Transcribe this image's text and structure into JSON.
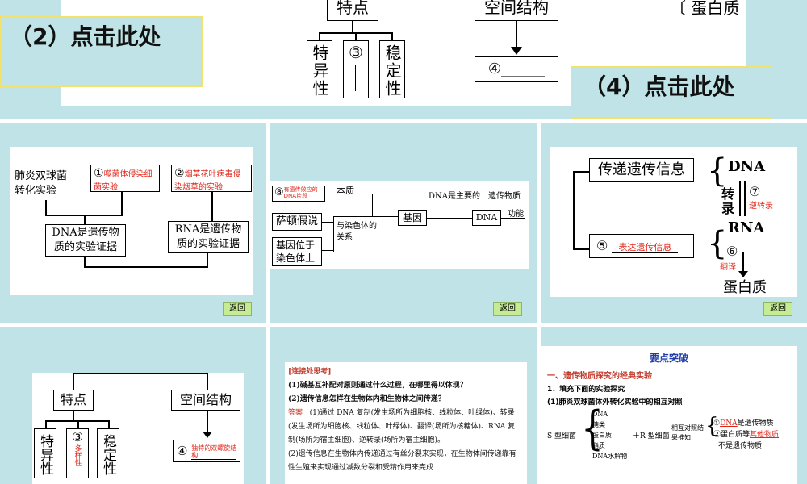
{
  "top": {
    "click2": "（2）点击此处",
    "click4": "（4）点击此处",
    "tedian": "特点",
    "kongjian": "空间结构",
    "teyixing": "特异性",
    "circle3": "③",
    "wendingxing": "稳定性",
    "circle4_blank": "④______",
    "danbaizhi": "〔 蛋白质"
  },
  "t1": {
    "feiyan": "肺炎双球菌转化实验",
    "c1": "①",
    "c1_red": "噬菌体侵染细菌实验",
    "c2": "②",
    "c2_red": "烟草花叶病毒侵染烟草的实验",
    "dna_proof": "DNA是遗传物质的实验证据",
    "rna_proof": "RNA是遗传物质的实验证据",
    "back": "返回"
  },
  "t2": {
    "c8": "⑧",
    "c8_red": "有遗传效应的DNA片段",
    "benzhi": "本质",
    "sadun": "萨顿假说",
    "yuranseti": "与染色体的关系",
    "jiyinweiyu": "基因位于染色体上",
    "jiyin": "基因",
    "dna": "DNA",
    "dna_main": "DNA是主要的",
    "yichuan": "遗传物质",
    "gongneng": "功能",
    "back": "返回"
  },
  "t3": {
    "chuandi": "传递遗传信息",
    "c5": "⑤",
    "c5_red": "表达遗传信息",
    "dna1": "DNA",
    "zhuanlu": "转录",
    "c7": "⑦",
    "c7_red": "逆转录",
    "rna": "RNA",
    "c6": "⑥",
    "c6_red": "翻译",
    "danbaizhi": "蛋白质",
    "back": "返回"
  },
  "t4": {
    "tedian": "特点",
    "kongjian": "空间结构",
    "teyixing": "特异性",
    "c3": "③",
    "c3_red": "多样性",
    "wendingxing": "稳定性",
    "c4": "④",
    "c4_red": "独特的双螺旋结构"
  },
  "t5": {
    "heading": "[连接处思考]",
    "q1": "(1)碱基互补配对原则通过什么过程，在哪里得以体现？",
    "q2": "(2)遗传信息怎样在生物体内和生物体之间传递？",
    "ans_label": "答案",
    "a1": "(1)通过 DNA 复制(发生场所为细胞核、线粒体、叶绿体)、转录(发生场所为细胞核、线粒体、叶绿体)、翻译(场所为核糖体)、RNA 复制(场所为宿主细胞)、逆转录(场所为宿主细胞)。",
    "a2": "(2)遗传信息在生物体内传递通过有丝分裂来实现，在生物体间传递靠有性生殖来实现通过减数分裂和受精作用来完成"
  },
  "t6": {
    "title": "要点突破",
    "sec1": "一、遗传物质探究的经典实验",
    "item1": "1．填充下面的实验探究",
    "item1a": "(1)肺炎双球菌体外转化实验中的相互对照",
    "s_type": "S 型细菌",
    "list": [
      "DNA",
      "糖类",
      "蛋白质",
      "脂质",
      "DNA水解物"
    ],
    "plus_r": "＋R 型细菌",
    "duizhao": "相互对照结果推知",
    "r1_pre": "①",
    "r1_red": "DNA",
    "r1_post": "是遗传物质",
    "r2_pre": "②蛋白质等",
    "r2_red": "其他物质",
    "r3": "不是遗传物质"
  }
}
